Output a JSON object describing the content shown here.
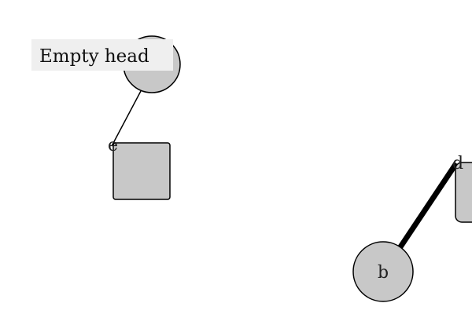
{
  "callout": {
    "text": "Empty head"
  },
  "nodes": {
    "top_circle": {
      "label": ""
    },
    "e_square": {
      "label": "e"
    },
    "d_square": {
      "label": "d"
    },
    "b_circle": {
      "label": "b"
    }
  },
  "colors": {
    "node_fill": "#c8c8c8",
    "stroke": "#000000",
    "callout_bg": "#efefef"
  }
}
